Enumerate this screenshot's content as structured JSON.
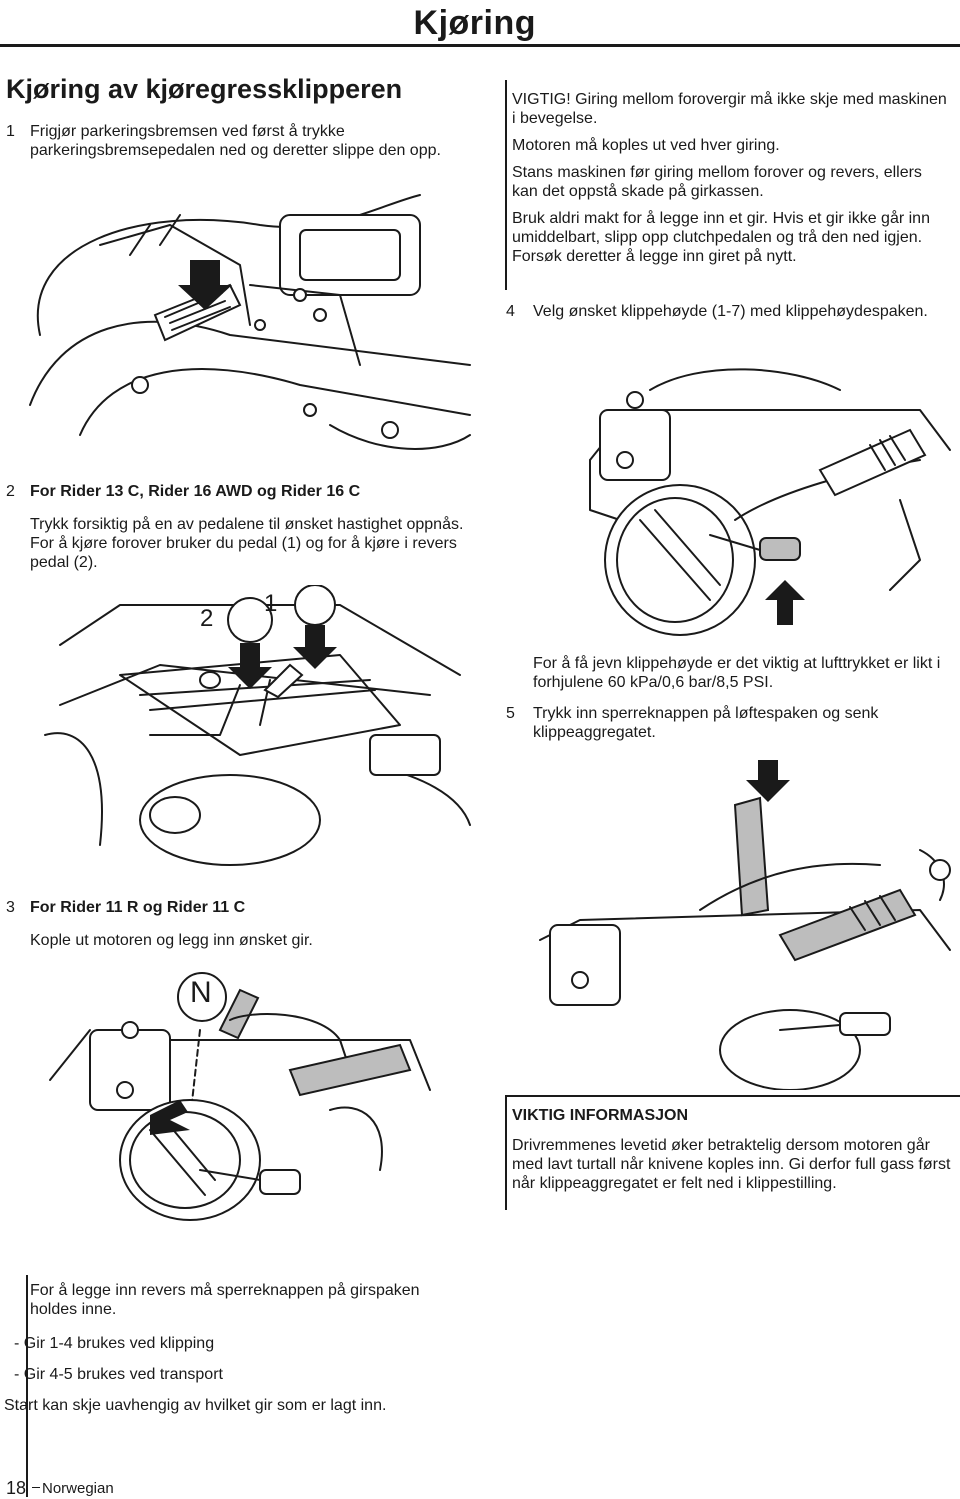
{
  "header": {
    "title": "Kjøring"
  },
  "section": {
    "title": "Kjøring av kjøregressklipperen"
  },
  "step1": {
    "num": "1",
    "text": "Frigjør parkeringsbremsen ved først å trykke parkeringsbremsepedalen ned og deretter slippe den opp."
  },
  "warning": {
    "p1": "VIGTIG! Giring mellom forovergir må ikke skje med maskinen i bevegelse.",
    "p2": "Motoren må koples ut ved hver giring.",
    "p3": "Stans maskinen før giring mellom forover og revers, ellers kan det oppstå skade på girkassen.",
    "p4": "Bruk aldri makt for å legge inn et gir. Hvis et gir ikke går inn umiddelbart, slipp opp clutchpedalen og trå den ned igjen. Forsøk deretter å legge inn giret på nytt."
  },
  "step4": {
    "num": "4",
    "text": "Velg ønsket klippehøyde (1-7) med klippehøydespaken."
  },
  "step2": {
    "num": "2",
    "heading": "For Rider 13 C, Rider 16 AWD og Rider 16 C",
    "text": "Trykk forsiktig på en av pedalene til ønsket hastighet oppnås. For å kjøre forover bruker du pedal (1) og for å kjøre i revers pedal (2)."
  },
  "pedal_labels": {
    "one": "1",
    "two": "2"
  },
  "tire_note": "For å få jevn klippehøyde er det viktig at lufttrykket er likt i forhjulene 60 kPa/0,6 bar/8,5 PSI.",
  "step5": {
    "num": "5",
    "text": "Trykk inn sperreknappen på løftespaken og senk klippeaggregatet."
  },
  "step3": {
    "num": "3",
    "heading": "For Rider 11 R og Rider 11 C",
    "text": "Kople ut motoren og legg inn ønsket gir."
  },
  "gear_label": "N",
  "info_box": {
    "title": "VIKTIG INFORMASJON",
    "text": "Drivremmenes levetid øker betraktelig dersom motoren går med lavt turtall når knivene koples inn. Gi derfor full gass først når klippeaggregatet er felt ned i klippestilling."
  },
  "reverse": {
    "text": "For å legge inn revers må sperreknappen på girspaken holdes inne.",
    "item1": "- Gir 1-4 brukes ved klipping",
    "item2": "- Gir 4-5 brukes ved transport",
    "start": "Start kan skje uavhengig av hvilket gir som er lagt inn."
  },
  "footer": {
    "page": "18",
    "language": "Norwegian"
  }
}
